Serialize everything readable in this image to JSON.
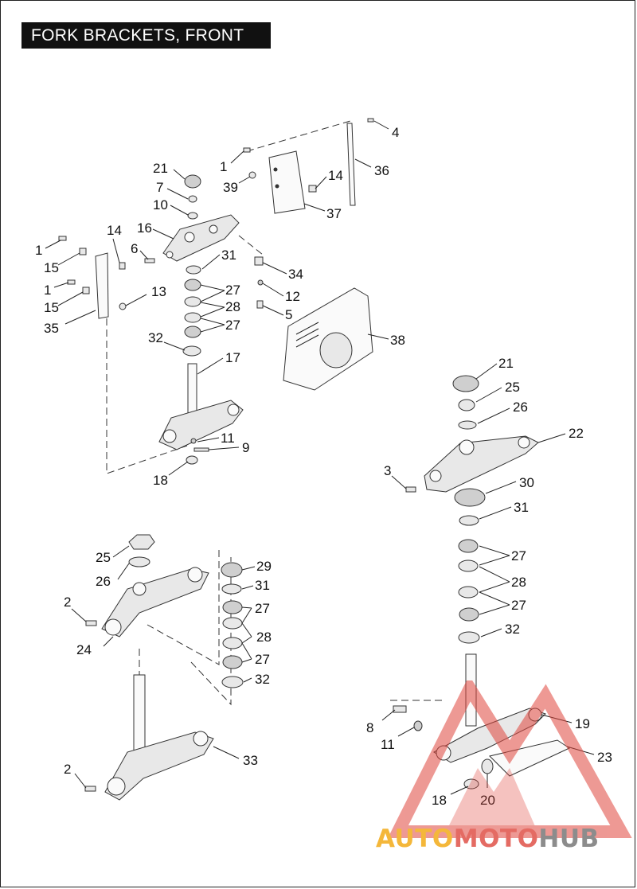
{
  "title": "FORK BRACKETS, FRONT",
  "watermark": {
    "part1": "AUTO",
    "part2": "MOTO",
    "part3": "HUB"
  },
  "callouts": [
    {
      "id": "c4",
      "text": "4"
    },
    {
      "id": "c1a",
      "text": "1"
    },
    {
      "id": "c36",
      "text": "36"
    },
    {
      "id": "c14a",
      "text": "14"
    },
    {
      "id": "c39",
      "text": "39"
    },
    {
      "id": "c37",
      "text": "37"
    },
    {
      "id": "c21a",
      "text": "21"
    },
    {
      "id": "c7",
      "text": "7"
    },
    {
      "id": "c10",
      "text": "10"
    },
    {
      "id": "c16",
      "text": "16"
    },
    {
      "id": "c6",
      "text": "6"
    },
    {
      "id": "c31a",
      "text": "31"
    },
    {
      "id": "c34",
      "text": "34"
    },
    {
      "id": "c1b",
      "text": "1"
    },
    {
      "id": "c14b",
      "text": "14"
    },
    {
      "id": "c15a",
      "text": "15"
    },
    {
      "id": "c1c",
      "text": "1"
    },
    {
      "id": "c13",
      "text": "13"
    },
    {
      "id": "c27a",
      "text": "27"
    },
    {
      "id": "c12",
      "text": "12"
    },
    {
      "id": "c15b",
      "text": "15"
    },
    {
      "id": "c28a",
      "text": "28"
    },
    {
      "id": "c35",
      "text": "35"
    },
    {
      "id": "c5",
      "text": "5"
    },
    {
      "id": "c27b",
      "text": "27"
    },
    {
      "id": "c32a",
      "text": "32"
    },
    {
      "id": "c38",
      "text": "38"
    },
    {
      "id": "c17",
      "text": "17"
    },
    {
      "id": "c21b",
      "text": "21"
    },
    {
      "id": "c25a",
      "text": "25"
    },
    {
      "id": "c26a",
      "text": "26"
    },
    {
      "id": "c22",
      "text": "22"
    },
    {
      "id": "c11a",
      "text": "11"
    },
    {
      "id": "c9",
      "text": "9"
    },
    {
      "id": "c18a",
      "text": "18"
    },
    {
      "id": "c3",
      "text": "3"
    },
    {
      "id": "c30",
      "text": "30"
    },
    {
      "id": "c31b",
      "text": "31"
    },
    {
      "id": "c25b",
      "text": "25"
    },
    {
      "id": "c29",
      "text": "29"
    },
    {
      "id": "c26b",
      "text": "26"
    },
    {
      "id": "c31c",
      "text": "31"
    },
    {
      "id": "c27c",
      "text": "27"
    },
    {
      "id": "c2a",
      "text": "2"
    },
    {
      "id": "c28b",
      "text": "28"
    },
    {
      "id": "c24",
      "text": "24"
    },
    {
      "id": "c27d",
      "text": "27"
    },
    {
      "id": "c32b",
      "text": "32"
    },
    {
      "id": "c28c",
      "text": "28"
    },
    {
      "id": "c27e",
      "text": "27"
    },
    {
      "id": "c27f",
      "text": "27"
    },
    {
      "id": "c32c",
      "text": "32"
    },
    {
      "id": "c33",
      "text": "33"
    },
    {
      "id": "c19",
      "text": "19"
    },
    {
      "id": "c8",
      "text": "8"
    },
    {
      "id": "c11b",
      "text": "11"
    },
    {
      "id": "c23",
      "text": "23"
    },
    {
      "id": "c2b",
      "text": "2"
    },
    {
      "id": "c18b",
      "text": "18"
    },
    {
      "id": "c20",
      "text": "20"
    }
  ]
}
